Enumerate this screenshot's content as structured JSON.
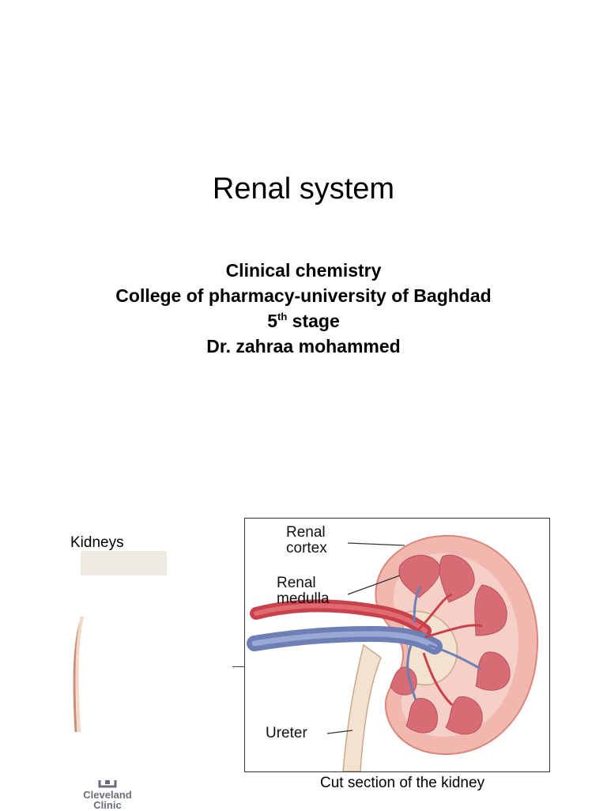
{
  "title": "Renal system",
  "subtitle": {
    "line1": "Clinical chemistry",
    "line2": "College of pharmacy-university of Baghdad",
    "line3_number": "5",
    "line3_sup": "th",
    "line3_rest": " stage",
    "line4": "Dr. zahraa mohammed"
  },
  "figure": {
    "left_label": "Kidneys",
    "labels": {
      "renal_cortex": [
        "Renal",
        "cortex"
      ],
      "renal_medulla": [
        "Renal",
        "medulla"
      ],
      "ureter": "Ureter"
    },
    "caption": "Cut section of the kidney",
    "logo": [
      "Cleveland",
      "Clinic"
    ],
    "icons": [
      "kidney-illustration",
      "cleveland-clinic-logo-icon"
    ]
  }
}
